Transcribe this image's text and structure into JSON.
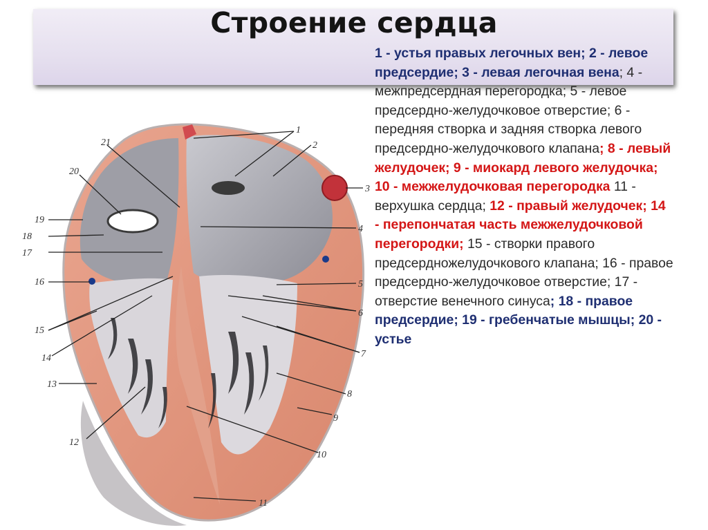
{
  "slide": {
    "title": "Строение сердца"
  },
  "figure": {
    "labels": [
      "1",
      "2",
      "3",
      "4",
      "5",
      "6",
      "7",
      "8",
      "9",
      "10",
      "11",
      "12",
      "13",
      "14",
      "15",
      "16",
      "17",
      "18",
      "19",
      "20",
      "21"
    ]
  },
  "description": [
    {
      "text": "1 - устья правых легочных вен; 2 - левое предсердие; 3 - левая легочная вена",
      "style": "blue"
    },
    {
      "text": "; 4 - межпредсердная перегородка; 5 - левое предсердно-желудочковое отверстие; 6 - передняя створка и задняя створка левого предсердно-желудочкового клапана",
      "style": "plain"
    },
    {
      "text": "; 8 - левый желудочек; 9 - миокард левого желудочка; 10 - межжелудочковая перегородка",
      "style": "red"
    },
    {
      "text": " 11 - верхушка сердца; ",
      "style": "plain"
    },
    {
      "text": "12 - правый желудочек; 14 - перепончатая часть межжелудочковой перегородки;",
      "style": "red"
    },
    {
      "text": " 15 - створки правого предсердножелудочкового клапана; 16 - правое предсердно-желудочковое отверстие; 17 - отверстие венечного синуса",
      "style": "plain"
    },
    {
      "text": "; 18 - правое предсердие; 19 - гребенчатые мышцы; 20 - устье",
      "style": "blue"
    }
  ]
}
